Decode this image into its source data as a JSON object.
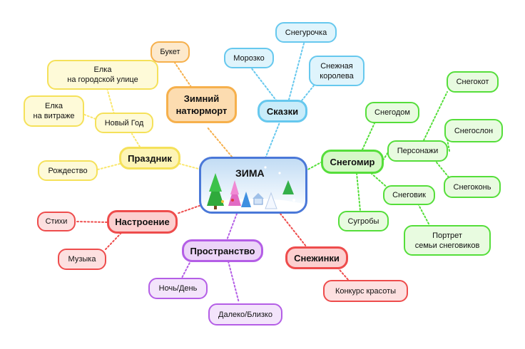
{
  "center": {
    "label": "ЗИМА"
  },
  "branches": {
    "skazki": {
      "label": "Сказки",
      "items": {
        "snegurochka": "Снегурочка",
        "morozko": "Морозко",
        "snezhnaya_koroleva": "Снежная\nкоролева"
      }
    },
    "natyurmort": {
      "label": "Зимний\nнатюрморт",
      "items": {
        "buket": "Букет"
      }
    },
    "prazdnik": {
      "label": "Праздник",
      "items": {
        "rozhdestvo": "Рождество",
        "novyi_god": "Новый Год",
        "elka_ulitsa": "Елка\nна городской улице",
        "elka_vitrazh": "Елка\nна витраже"
      }
    },
    "snegomir": {
      "label": "Снегомир",
      "items": {
        "snegodom": "Снегодом",
        "personazhi": "Персонажи",
        "snegokot": "Снегокот",
        "snegoslon": "Снегослон",
        "snegokon": "Снегоконь",
        "snegovik": "Снеговик",
        "portret": "Портрет\nсемьи снеговиков",
        "sugroby": "Сугробы"
      }
    },
    "nastroenie": {
      "label": "Настроение",
      "items": {
        "stikhi": "Стихи",
        "muzyka": "Музыка"
      }
    },
    "prostranstvo": {
      "label": "Пространство",
      "items": {
        "noch_den": "Ночь/День",
        "daleko_blizko": "Далеко/Близко"
      }
    },
    "snezhinki": {
      "label": "Снежинки",
      "items": {
        "konkurs": "Конкурс красоты"
      }
    }
  },
  "colors": {
    "blue": "#66c8ee",
    "green": "#55de3a",
    "yellow": "#f5e15a",
    "orange": "#f6b04c",
    "red": "#ee4c4c",
    "violet": "#b45ee6",
    "center": "#4a78d8"
  }
}
